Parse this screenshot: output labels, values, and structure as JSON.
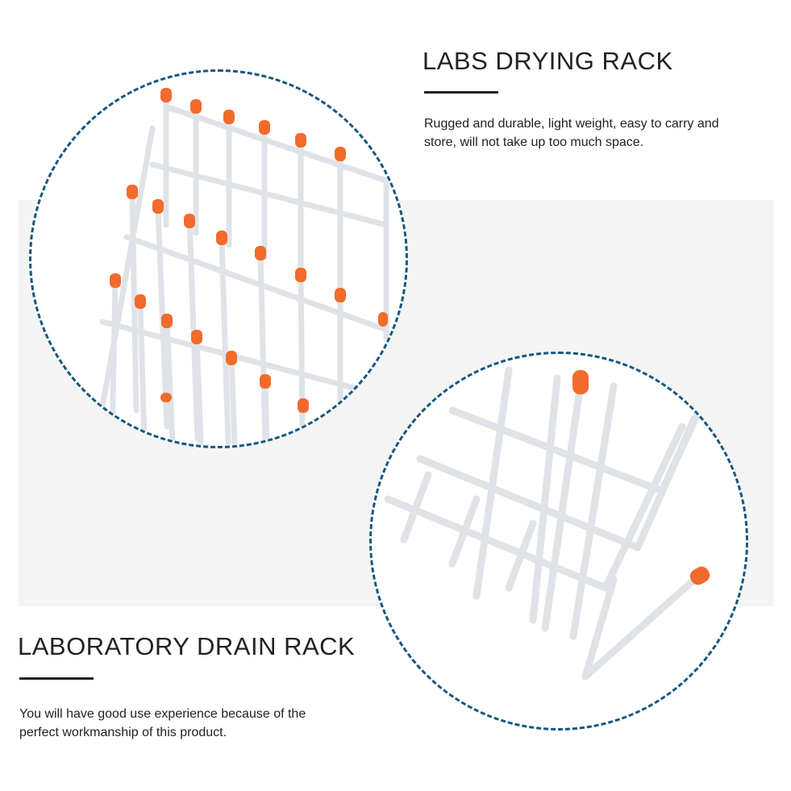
{
  "top_block": {
    "title": "LABS DRYING RACK",
    "description": "Rugged and durable, light weight, easy to carry and store, will not take up too much space."
  },
  "bottom_block": {
    "title": "LABORATORY DRAIN RACK",
    "description": "You will have good use experience because of the perfect workmanship of this product."
  },
  "colors": {
    "dashed_border": "#17577f",
    "peg_cap": "#f26a2c",
    "background_band": "#f4f4f4"
  }
}
